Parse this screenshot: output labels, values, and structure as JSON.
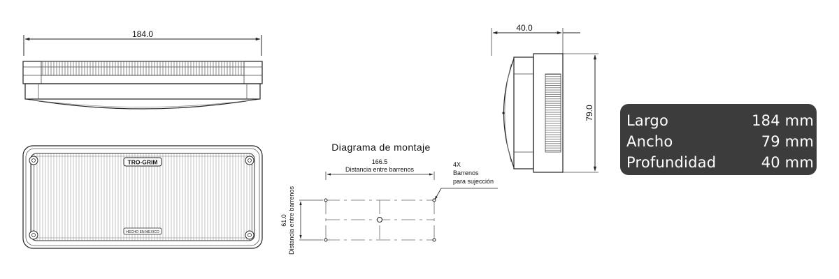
{
  "top_view": {
    "width_dim": "184.0"
  },
  "side_view": {
    "depth_dim": "40.0",
    "height_dim": "79.0"
  },
  "front_view": {
    "brand": "TRO-GRIM",
    "made_in": "HECHO EN MEXICO"
  },
  "mounting": {
    "title": "Diagrama de montaje",
    "h_dim": "166.5",
    "h_label": "Distancia entre barrenos",
    "v_dim": "61.0",
    "v_label": "Distancia entre barrenos",
    "hole_count": "4X",
    "hole_label_1": "Barrenos",
    "hole_label_2": "para sujección"
  },
  "specs": [
    {
      "label": "Largo",
      "value": "184 mm"
    },
    {
      "label": "Ancho",
      "value": "79 mm"
    },
    {
      "label": "Profundidad",
      "value": "40 mm"
    }
  ],
  "colors": {
    "card_bg": "#3c3c3c",
    "line": "#222222"
  }
}
